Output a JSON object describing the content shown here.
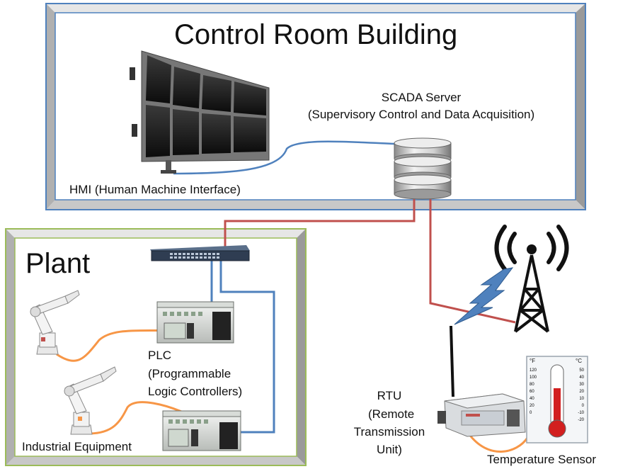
{
  "control_room": {
    "title": "Control Room Building"
  },
  "scada": {
    "title": "SCADA Server",
    "subtitle": "(Supervisory Control and Data Acquisition)"
  },
  "hmi": {
    "label": "HMI (Human Machine Interface)"
  },
  "plant": {
    "title": "Plant"
  },
  "plc": {
    "line1": "PLC",
    "line2": "(Programmable",
    "line3": "Logic Controllers)"
  },
  "industrial_equipment": {
    "label": "Industrial Equipment"
  },
  "rtu": {
    "line1": "RTU",
    "line2": "(Remote",
    "line3": "Transmission",
    "line4": "Unit)"
  },
  "temperature_sensor": {
    "label": "Temperature Sensor"
  },
  "thermometer": {
    "unit_f": "°F",
    "unit_c": "°C",
    "ticks_f": [
      "120",
      "100",
      "80",
      "60",
      "40",
      "20",
      "0"
    ],
    "ticks_c": [
      "50",
      "40",
      "30",
      "20",
      "10",
      "0",
      "-10",
      "-20"
    ]
  },
  "colors": {
    "control_room_border": "#4f81bd",
    "plant_border": "#9bbb59",
    "ethernet_link": "#4f81bd",
    "server_link": "#c0504d",
    "device_cable": "#f79646"
  }
}
